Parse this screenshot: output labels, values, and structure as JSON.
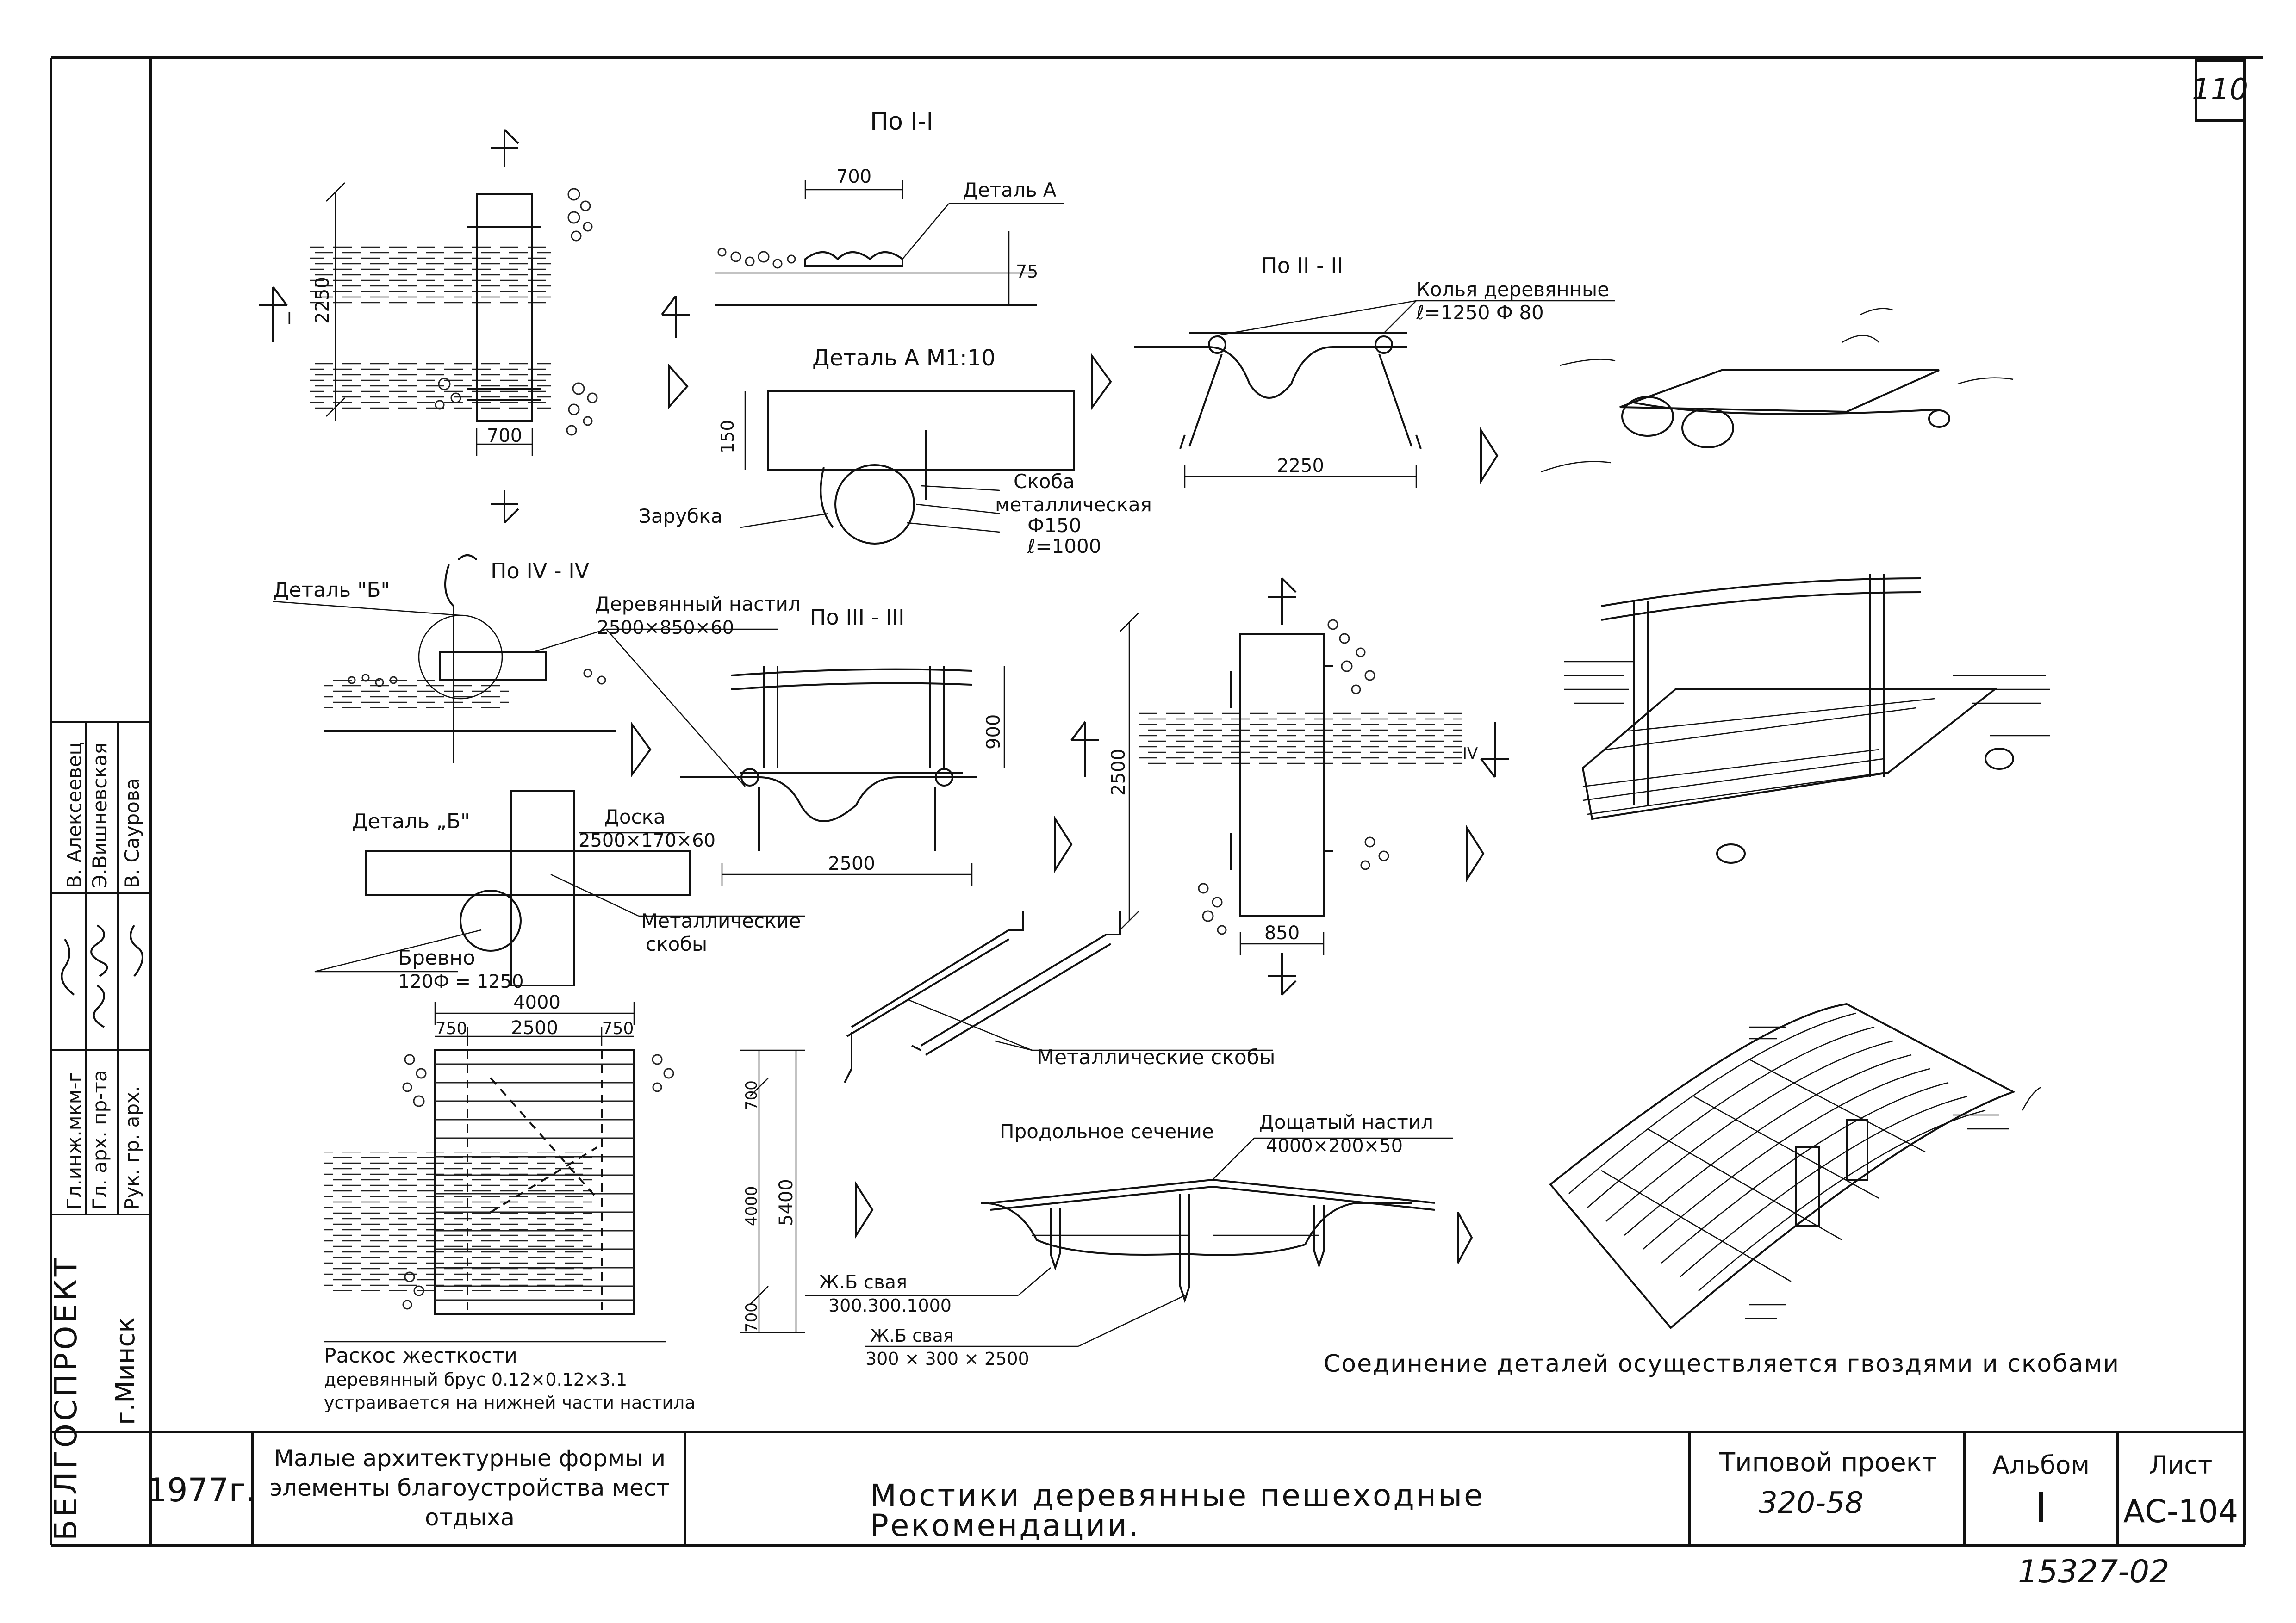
{
  "sheet": {
    "page_number": "110",
    "stamp_code": "15327-02",
    "general_note": "Соединение деталей осуществляется гвоздями и скобами"
  },
  "side_panel": {
    "org": "БЕЛГОСПРОЕКТ",
    "city": "г.Минск",
    "roles": [
      "Гл.инж.мкм-г",
      "Гл. арх. пр-та",
      "Рук. гр. арх."
    ],
    "names": [
      "В. Алексеевец",
      "Э.Вишневская",
      "В. Саурова"
    ]
  },
  "title_block": {
    "year": "1977г.",
    "series_title": "Малые архитектурные формы и элементы благоустройства мест отдыха",
    "sheet_title_line1": "Мостики деревянные пешеходные",
    "sheet_title_line2": "Рекомендации.",
    "project_label": "Типовой проект",
    "project_value": "320-58",
    "album_label": "Альбом",
    "album_value": "I",
    "sheet_label": "Лист",
    "sheet_value": "АС-104"
  },
  "drawing1": {
    "dim_2250": "2250",
    "dim_700": "700",
    "cut_label": "I"
  },
  "section_I": {
    "title": "По I-I",
    "dim_700": "700",
    "dim_75": "75",
    "detail_a_callout": "Деталь А"
  },
  "detail_A": {
    "title": "Деталь А М1:10",
    "dim_150": "150",
    "notch": "Зарубка",
    "clamp_1": "Скоба",
    "clamp_2": "металлическая",
    "clamp_3": "Ф150",
    "clamp_4": "ℓ=1000"
  },
  "section_II": {
    "title": "По II - II",
    "stakes_1": "Колья деревянные",
    "stakes_2": "ℓ=1250   Ф 80",
    "dim_2250": "2250"
  },
  "section_IV": {
    "detail_b_callout": "Деталь \"Б\"",
    "title": "По IV - IV",
    "deck_1": "Деревянный настил",
    "deck_2": "2500×850×60"
  },
  "section_III": {
    "title": "По III - III",
    "dim_900": "900",
    "dim_2500": "2500"
  },
  "detail_B": {
    "title": "Деталь „Б\"",
    "board_1": "Доска",
    "board_2": "2500×170×60",
    "log_1": "Бревно",
    "log_2": "120Ф = 1250",
    "clamps_1": "Металлические",
    "clamps_2": "скобы"
  },
  "plan2": {
    "dim_2500": "2500",
    "dim_850": "850",
    "cut_label": "IV"
  },
  "plan3": {
    "dim_4000": "4000",
    "dim_750a": "750",
    "dim_2500": "2500",
    "dim_750b": "750",
    "dim_700a": "700",
    "dim_4000v": "4000",
    "dim_700b": "700",
    "dim_5400": "5400",
    "brace_1": "Раскос жесткости",
    "brace_2": "деревянный брус 0.12×0.12×3.1",
    "brace_3": "устраивается на нижней части настила"
  },
  "staples": {
    "label": "Металлические скобы"
  },
  "long_section": {
    "title": "Продольное сечение",
    "deck_1": "Дощатый настил",
    "deck_2": "4000×200×50",
    "pile1_1": "Ж.Б свая",
    "pile1_2": "300.300.1000",
    "pile2_1": "Ж.Б свая",
    "pile2_2": "300 × 300 × 2500"
  }
}
